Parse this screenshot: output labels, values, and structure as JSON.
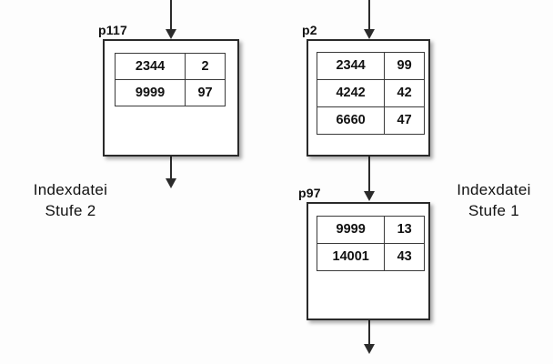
{
  "diagram": {
    "title": "B-tree index file levels diagram",
    "background_color": "#fdfdfd",
    "line_color": "#2b2b2b",
    "box_border_color": "#2a2a2a",
    "nodes": [
      {
        "id": "p117",
        "label": "p117",
        "level_caption": "Indexdatei Stufe 2",
        "columns": [
          "key",
          "pointer"
        ],
        "rows": [
          {
            "key": "2344",
            "pointer": "2"
          },
          {
            "key": "9999",
            "pointer": "97"
          }
        ]
      },
      {
        "id": "p2",
        "label": "p2",
        "level_caption": "Indexdatei Stufe 1",
        "columns": [
          "key",
          "pointer"
        ],
        "rows": [
          {
            "key": "2344",
            "pointer": "99"
          },
          {
            "key": "4242",
            "pointer": "42"
          },
          {
            "key": "6660",
            "pointer": "47"
          }
        ]
      },
      {
        "id": "p97",
        "label": "p97",
        "level_caption": "Indexdatei Stufe 1",
        "columns": [
          "key",
          "pointer"
        ],
        "rows": [
          {
            "key": "9999",
            "pointer": "13"
          },
          {
            "key": "14001",
            "pointer": "43"
          }
        ]
      }
    ],
    "captions": [
      {
        "id": "left-caption",
        "line1": "Indexdatei",
        "line2": "Stufe 2"
      },
      {
        "id": "right-caption",
        "line1": "Indexdatei",
        "line2": "Stufe 1"
      }
    ],
    "arrows": [
      {
        "id": "arrow-into-p117",
        "direction": "down"
      },
      {
        "id": "arrow-out-p117",
        "direction": "down"
      },
      {
        "id": "arrow-into-p2",
        "direction": "down"
      },
      {
        "id": "arrow-p2-to-p97",
        "direction": "down"
      },
      {
        "id": "arrow-out-p97",
        "direction": "down"
      }
    ]
  }
}
